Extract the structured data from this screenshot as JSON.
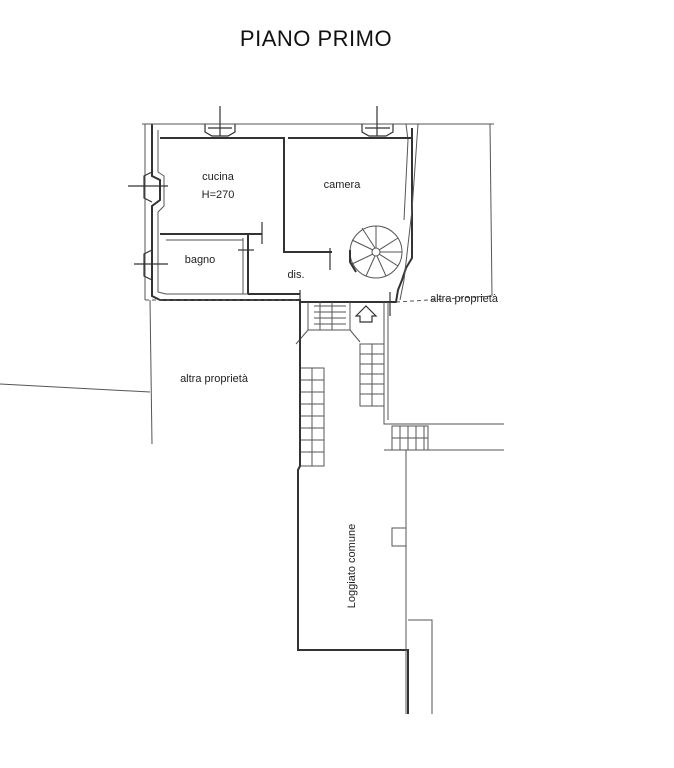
{
  "title": "PIANO PRIMO",
  "rooms": {
    "cucina": "cucina",
    "cucina_height": "H=270",
    "camera": "camera",
    "bagno": "bagno",
    "dis": "dis."
  },
  "outside": {
    "altra_proprieta_right": "altra proprietà",
    "altra_proprieta_left": "altra proprietà",
    "loggiato": "Loggiato comune"
  }
}
